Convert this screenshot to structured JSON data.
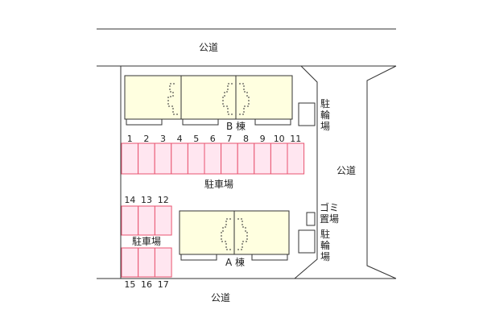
{
  "roads": {
    "top": "公道",
    "right": "公道",
    "bottom": "公道"
  },
  "buildings": {
    "b": {
      "label": "B 棟"
    },
    "a": {
      "label": "A 棟"
    }
  },
  "parking": {
    "main_label": "駐車場",
    "sub_label": "駐車場",
    "top_row": [
      "1",
      "2",
      "3",
      "4",
      "5",
      "6",
      "7",
      "8",
      "9",
      "10",
      "11"
    ],
    "left_upper": [
      "14",
      "13",
      "12"
    ],
    "left_lower": [
      "15",
      "16",
      "17"
    ]
  },
  "facilities": {
    "bike_upper": "駐輪場",
    "bike_lower": "駐輪場",
    "garbage": "ゴミ置場"
  },
  "colors": {
    "building_fill": "#ffffe0",
    "parking_fill": "#ffe6f0",
    "parking_stroke": "#e8536f",
    "line": "#333333",
    "lot_fill": "#ffffff"
  }
}
